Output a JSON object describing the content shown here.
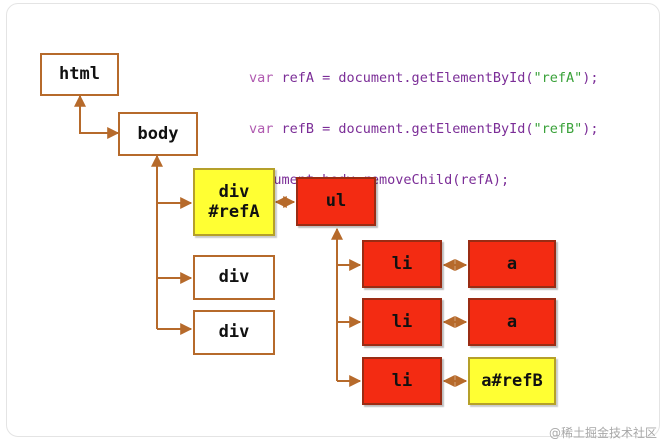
{
  "code_lines": [
    {
      "keyword": "var",
      "rest_pre": " refA = document.getElementById(",
      "string": "\"refA\"",
      "rest_post": ");"
    },
    {
      "keyword": "var",
      "rest_pre": " refB = document.getElementById(",
      "string": "\"refB\"",
      "rest_post": ");"
    },
    {
      "keyword": "",
      "rest_pre": "document.body.removeChild(refA);",
      "string": "",
      "rest_post": ""
    }
  ],
  "nodes": {
    "html": "html",
    "body": "body",
    "div_refA": "div\n#refA",
    "div_1": "div",
    "div_2": "div",
    "ul": "ul",
    "li_1": "li",
    "li_2": "li",
    "li_3": "li",
    "a_1": "a",
    "a_2": "a",
    "a_refB": "a#refB"
  },
  "colors": {
    "wire": "#b66a2b",
    "removed_fill": "#f32b12",
    "referenced_fill": "#ffff33",
    "plain_fill": "#ffffff"
  },
  "watermark": "@稀土掘金技术社区"
}
